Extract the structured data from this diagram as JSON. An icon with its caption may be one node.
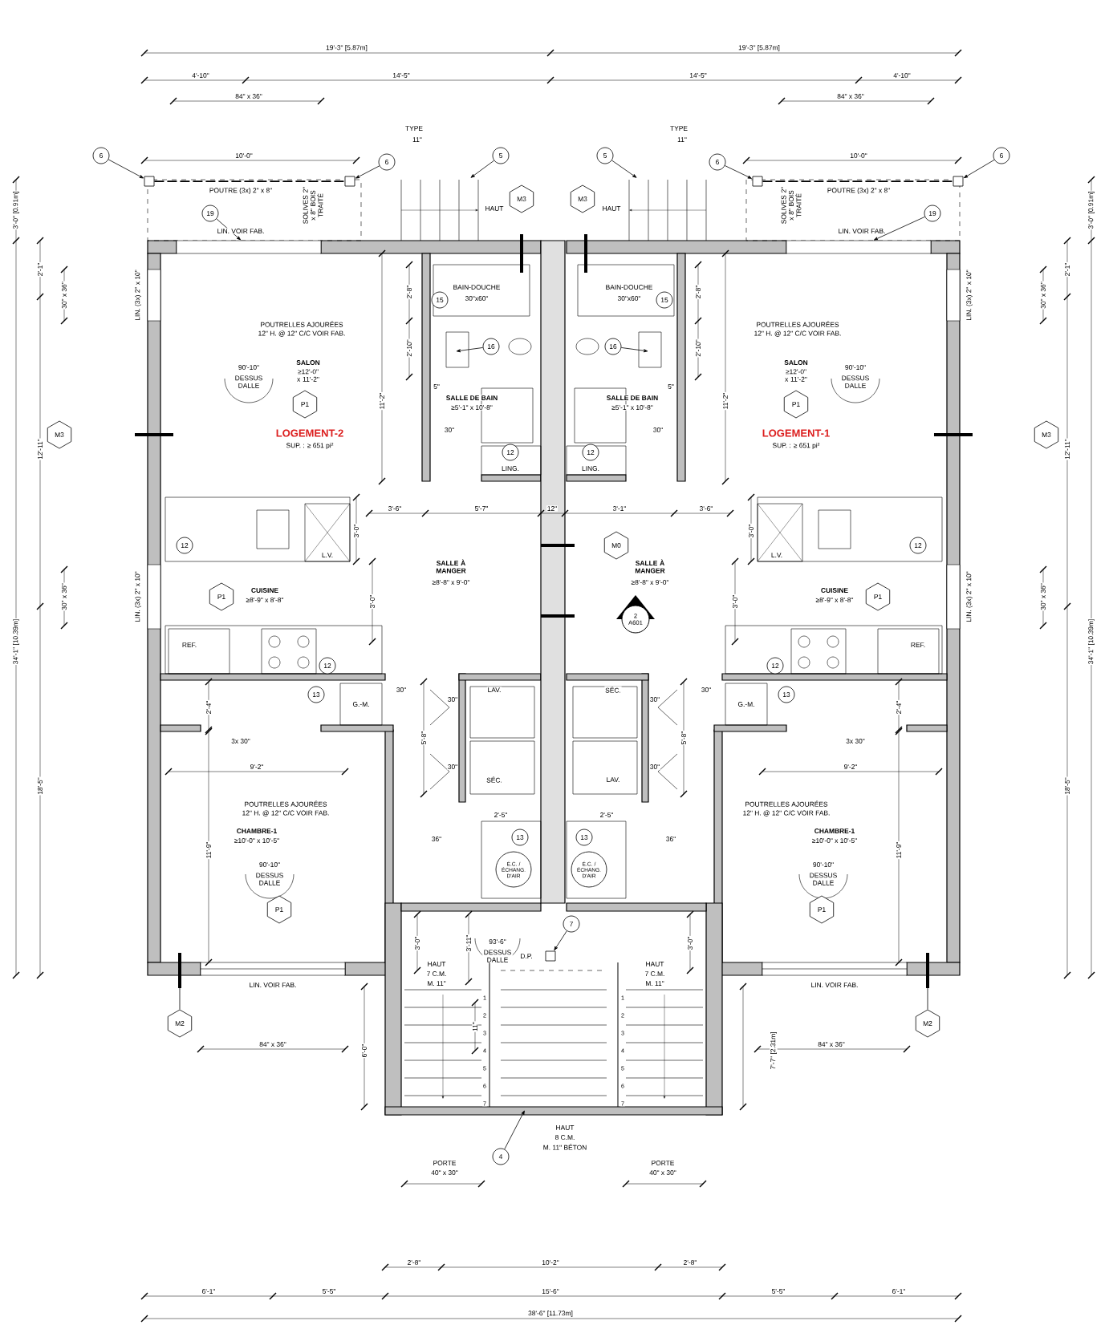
{
  "diagram": {
    "nodes": [
      {
        "text": [
          "6"
        ]
      },
      {
        "text": [
          "6"
        ]
      },
      {
        "text": [
          "5"
        ]
      },
      {
        "text": [
          "M3"
        ]
      },
      {
        "text": [
          "M3"
        ]
      },
      {
        "text": [
          "5"
        ]
      },
      {
        "text": [
          "6"
        ]
      },
      {
        "text": [
          "6"
        ]
      },
      {
        "text": [
          "19"
        ]
      },
      {
        "text": [
          "19"
        ]
      },
      {
        "text": [
          "15"
        ]
      },
      {
        "text": [
          "16"
        ]
      },
      {
        "text": [
          "16"
        ]
      },
      {
        "text": [
          "15"
        ]
      },
      {
        "text": [
          "P1"
        ]
      },
      {
        "text": [
          "P1"
        ]
      },
      {
        "text": [
          "M3"
        ]
      },
      {
        "text": [
          "M3"
        ]
      },
      {
        "text": [
          "12"
        ]
      },
      {
        "text": [
          "12"
        ]
      },
      {
        "text": [
          "M0"
        ]
      },
      {
        "text": [
          "12"
        ]
      },
      {
        "text": [
          "12"
        ]
      },
      {
        "text": [
          "P1"
        ]
      },
      {
        "text": [
          "P1"
        ]
      },
      {
        "text": [
          "12"
        ]
      },
      {
        "text": [
          "12"
        ]
      },
      {
        "text": [
          "13"
        ]
      },
      {
        "text": [
          "13"
        ]
      },
      {
        "text": [
          "13"
        ]
      },
      {
        "text": [
          "13"
        ]
      },
      {
        "text": [
          "É.C. / ÉCHANG. D'AIR"
        ]
      },
      {
        "text": [
          "É.C. / ÉCHANG. D'AIR"
        ]
      },
      {
        "text": [
          "P1"
        ]
      },
      {
        "text": [
          "P1"
        ]
      },
      {
        "text": [
          "7"
        ]
      },
      {
        "text": [
          "M2"
        ]
      },
      {
        "text": [
          "M2"
        ]
      },
      {
        "text": [
          "4"
        ]
      },
      {
        "text": [
          "2",
          "A601"
        ]
      },
      {
        "text": [],
        "shape": "box"
      },
      {
        "text": [],
        "shape": "box"
      },
      {
        "text": [],
        "shape": "box"
      },
      {
        "text": [],
        "shape": "box"
      },
      {
        "text": [],
        "shape": "box"
      },
      {
        "text": [],
        "shape": "box"
      },
      {
        "text": [],
        "shape": "box"
      }
    ],
    "edges": [
      {
        "from": 0,
        "to": 40,
        "arrow": "to"
      },
      {
        "from": 1,
        "to": 41,
        "arrow": "to"
      },
      {
        "from": 2,
        "to": null,
        "arrow": "to"
      },
      {
        "from": 5,
        "to": null,
        "arrow": "to"
      },
      {
        "from": 6,
        "to": 42,
        "arrow": "to"
      },
      {
        "from": 7,
        "to": 43,
        "arrow": "to"
      },
      {
        "from": 8,
        "to": 44,
        "arrow": "to"
      },
      {
        "from": 9,
        "to": 45,
        "arrow": "to"
      },
      {
        "from": 11,
        "to": null,
        "arrow": "to"
      },
      {
        "from": 12,
        "to": null,
        "arrow": "to"
      },
      {
        "from": 35,
        "to": 46,
        "arrow": "to"
      },
      {
        "from": 36,
        "to": null,
        "arrow": "none"
      },
      {
        "from": 37,
        "to": null,
        "arrow": "none"
      },
      {
        "from": 38,
        "to": null,
        "arrow": "to"
      },
      {
        "from": 40,
        "to": 41,
        "arrow": "none",
        "style": "dashed"
      },
      {
        "from": 42,
        "to": 43,
        "arrow": "none",
        "style": "dashed"
      }
    ],
    "labels": [
      "19'-3\" [5.87m]",
      "19'-3\" [5.87m]",
      "4'-10\"",
      "14'-5\"",
      "14'-5\"",
      "4'-10\"",
      "84\" x 36\"",
      "84\" x 36\"",
      "TYPE",
      "11\"",
      "TYPE",
      "11\"",
      "10'-0\"",
      "10'-0\"",
      "POUTRE (3x) 2\" x 8\"",
      "POUTRE (3x) 2\" x 8\"",
      "SOLIVES 2\" x 8\" BOIS TRAITÉ",
      "SOLIVES 2\" x 8\" BOIS TRAITÉ",
      "HAUT",
      "HAUT",
      "LIN. VOIR FAB.",
      "LIN. VOIR FAB.",
      "3'-0\" [0.91m]",
      "3'-0\" [0.91m]",
      "2'-1\"",
      "2'-1\"",
      "30\" x 36\"",
      "30\" x 36\"",
      "LIN. (3x) 2\" x 10\"",
      "LIN. (3x) 2\" x 10\"",
      "BAIN-DOUCHE",
      "30\"x60\"",
      "BAIN-DOUCHE",
      "30\"x60\"",
      "2'-8\"",
      "2'-8\"",
      "POUTRELLES AJOURÉES",
      "12\" H. @ 12\" C/C VOIR FAB.",
      "POUTRELLES AJOURÉES",
      "12\" H. @ 12\" C/C VOIR FAB.",
      "2'-10\"",
      "2'-10\"",
      "11'-2\"",
      "11'-2\"",
      "SALON",
      "≥12'-0\" x 11'-2\"",
      "SALON",
      "≥12'-0\" x 11'-2\"",
      "90'-10\"",
      "DESSUS DALLE",
      "90'-10\"",
      "DESSUS DALLE",
      "SALLE DE BAIN",
      "≥5'-1\" x 10'-8\"",
      "SALLE DE BAIN",
      "≥5'-1\" x 10'-8\"",
      "5\"",
      "5\"",
      "30\"",
      "30\"",
      "LOGEMENT-2",
      "SUP. : ≥ 651 pi²",
      "LOGEMENT-1",
      "SUP. : ≥ 651 pi²",
      "12'-11\"",
      "12'-11\"",
      "LING.",
      "LING.",
      "3'-6\"",
      "5'-7\"",
      "12\"",
      "3'-1\"",
      "3'-6\"",
      "3'-0\"",
      "3'-0\"",
      "L.V.",
      "L.V.",
      "SALLE À MANGER",
      "≥8'-8\" x 9'-0\"",
      "SALLE À MANGER",
      "≥8'-8\" x 9'-0\"",
      "30\" x 36\"",
      "30\" x 36\"",
      "LIN. (3x) 2\" x 10\"",
      "LIN. (3x) 2\" x 10\"",
      "34'-1\" [10.39m]",
      "34'-1\" [10.39m]",
      "CUISINE",
      "≥8'-9\" x 8'-8\"",
      "CUISINE",
      "≥8'-9\" x 8'-8\"",
      "3'-0\"",
      "3'-0\"",
      "REF.",
      "REF.",
      "G.-M.",
      "G.-M.",
      "30\"",
      "LAV.",
      "SÉC.",
      "30\"",
      "30\"",
      "30\"",
      "2'-4\"",
      "2'-4\"",
      "3x 30\"",
      "3x 30\"",
      "5'-8\"",
      "5'-8\"",
      "9'-2\"",
      "30\"",
      "30\"",
      "9'-2\"",
      "SÉC.",
      "LAV.",
      "18'-5\"",
      "18'-5\"",
      "POUTRELLES AJOURÉES",
      "12\" H. @ 12\" C/C VOIR FAB.",
      "POUTRELLES AJOURÉES",
      "12\" H. @ 12\" C/C VOIR FAB.",
      "CHAMBRE-1",
      "≥10'-0\" x 10'-5\"",
      "CHAMBRE-1",
      "≥10'-0\" x 10'-5\"",
      "2'-5\"",
      "2'-5\"",
      "11'-9\"",
      "11'-9\"",
      "90'-10\"",
      "DESSUS DALLE",
      "90'-10\"",
      "DESSUS DALLE",
      "36\"",
      "36\"",
      "3'-0\"",
      "3'-11\"",
      "93'-6\"",
      "DESSUS DALLE",
      "D.P.",
      "3'-0\"",
      "LIN. VOIR FAB.",
      "HAUT",
      "7 C.M.",
      "M. 11\"",
      "HAUT",
      "7 C.M.",
      "M. 11\"",
      "LIN. VOIR FAB.",
      "11\"",
      "84\" x 36\"",
      "84\" x 36\"",
      "6'-0\"",
      "7'-7\" [2.31m]",
      "1",
      "2",
      "3",
      "4",
      "5",
      "6",
      "7",
      "1",
      "2",
      "3",
      "4",
      "5",
      "6",
      "7",
      "HAUT",
      "8 C.M.",
      "M. 11\" BÉTON",
      "PORTE",
      "40\" x 30\"",
      "PORTE",
      "40\" x 30\"",
      "2'-8\"",
      "10'-2\"",
      "2'-8\"",
      "6'-1\"",
      "5'-5\"",
      "15'-6\"",
      "5'-5\"",
      "6'-1\"",
      "38'-6\" [11.73m]"
    ]
  }
}
